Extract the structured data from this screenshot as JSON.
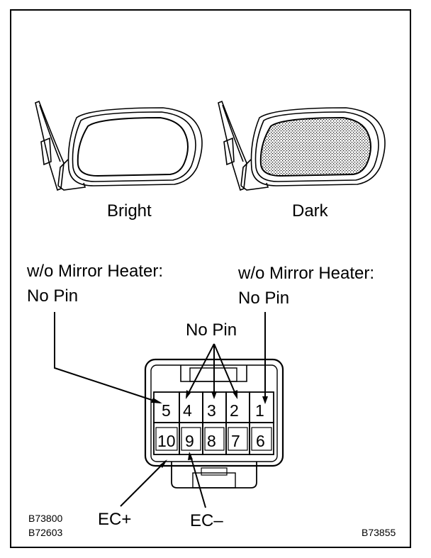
{
  "mirrors": {
    "bright_label": "Bright",
    "dark_label": "Dark"
  },
  "callouts": {
    "left_heater_label": "w/o Mirror Heater:",
    "left_nopin_label": "No Pin",
    "right_heater_label": "w/o Mirror Heater:",
    "right_nopin_label": "No Pin",
    "center_nopin_label": "No Pin",
    "ec_plus_label": "EC+",
    "ec_minus_label": "EC–"
  },
  "connector": {
    "top_row": [
      "5",
      "4",
      "3",
      "2",
      "1"
    ],
    "bottom_row": [
      "10",
      "9",
      "8",
      "7",
      "6"
    ]
  },
  "codes": {
    "code_1": "B73800",
    "code_2": "B72603",
    "code_3": "B73855"
  }
}
